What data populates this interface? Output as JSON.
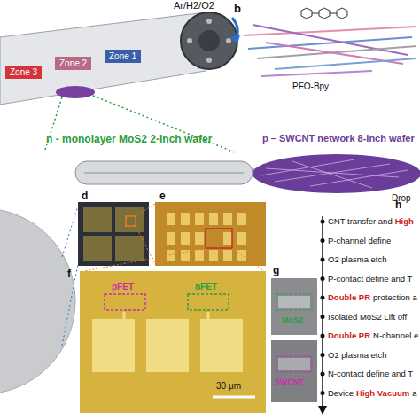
{
  "diagram": {
    "nodes": [
      {
        "text": [
          "Zone 3"
        ]
      },
      {
        "text": [
          "Zone 2"
        ]
      },
      {
        "text": [
          "Zone 1"
        ]
      }
    ],
    "edges": [],
    "labels": [
      "n - monolayer MoS2 2-inch wafer",
      "Ar/H2/O2",
      "b",
      "PFO-Bpy",
      "p – SWCNT network 8-inch wafer",
      "Drop",
      "d",
      "e",
      "f",
      "pFET",
      "nFET",
      "30 μm",
      "g",
      "MoS2",
      "SWCNT",
      "h",
      "CNT transfer and",
      "High",
      "P-channel define",
      "O2 plasma etch",
      "P-contact define and T",
      "Double PR",
      "protection a",
      "Isolated MoS2 Lift off",
      "Double PR",
      "N-channel e",
      "O2 plasma etch",
      "N-contact define and T",
      "Device",
      "High Vacuum",
      "a"
    ]
  }
}
